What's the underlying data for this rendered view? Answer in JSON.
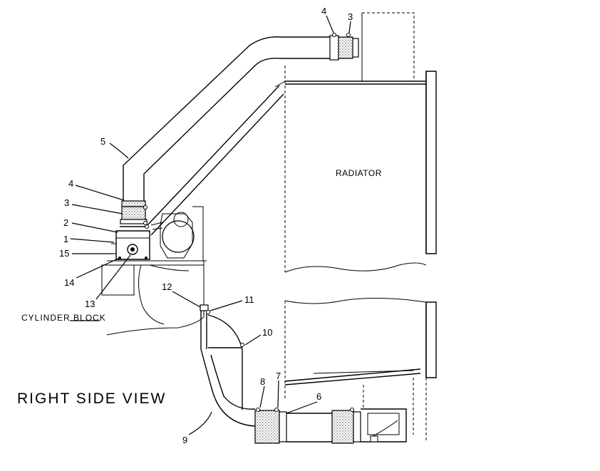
{
  "view_title": "RIGHT SIDE VIEW",
  "labels": {
    "radiator": "RADIATOR",
    "cylinder_block": "CYLINDER BLOCK"
  },
  "callouts": {
    "c1": "1",
    "c2": "2",
    "c3_lower": "3",
    "c3_upper": "3",
    "c4_lower": "4",
    "c4_upper": "4",
    "c5": "5",
    "c6": "6",
    "c7": "7",
    "c8": "8",
    "c9": "9",
    "c10": "10",
    "c11": "11",
    "c12": "12",
    "c13": "13",
    "c14": "14",
    "c15": "15"
  }
}
